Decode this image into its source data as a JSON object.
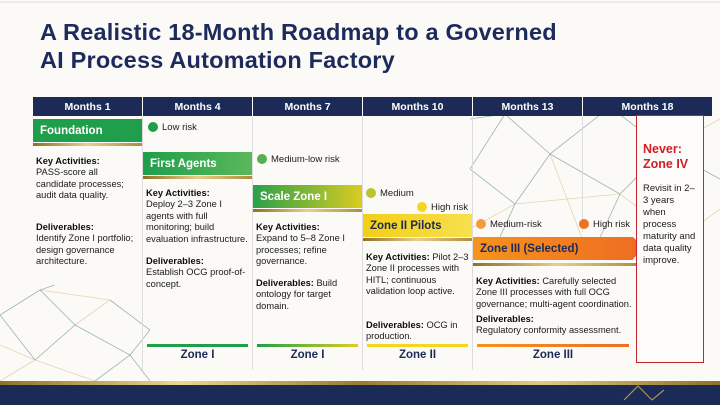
{
  "slide": {
    "title_line1": "A Realistic 18-Month Roadmap to a Governed",
    "title_line2": "AI Process Automation Factory"
  },
  "columns": [
    {
      "month": "Months 1",
      "badge": "Foundation",
      "ka_label": "Key Activities:",
      "ka_text": "PASS-score all candidate processes; audit data quality.",
      "del_label": "Deliverables:",
      "del_text": "Identify Zone I portfolio; design governance architecture.",
      "zone": ""
    },
    {
      "month": "Months 4",
      "badge": "First Agents",
      "risks": [
        {
          "label": "Low risk",
          "color": "#1f9e4b"
        }
      ],
      "ka_label": "Key Activities:",
      "ka_text": "Deploy 2–3 Zone I agents with full monitoring; build evaluation infrastructure.",
      "del_label": "Deliverables:",
      "del_text": "Establish OCG proof-of-concept.",
      "zone": "Zone I"
    },
    {
      "month": "Months 7",
      "badge": "Scale Zone I",
      "risks": [
        {
          "label": "Medium-low risk",
          "color": "#53b054"
        }
      ],
      "ka_label": "Key Activities:",
      "ka_text": "Expand to 5–8 Zone I processes; refine governance.",
      "del_label": "Deliverables:",
      "del_text": "Build ontology for target domain.",
      "zone": "Zone I"
    },
    {
      "month": "Months 10",
      "badge": "Zone II Pilots",
      "risks": [
        {
          "label": "Medium",
          "color": "#b9c431"
        },
        {
          "label": "High risk",
          "color": "#f5d61f"
        }
      ],
      "ka_label": "Key Activities:",
      "ka_text": "Pilot 2–3 Zone II processes with HITL; continuous validation loop active.",
      "del_label": "Deliverables:",
      "del_text": "OCG in production.",
      "zone": "Zone II"
    },
    {
      "month": "Months 13",
      "badge": "Zone III (Selected)",
      "risks": [
        {
          "label": "Medium-risk",
          "color": "#f39c3d"
        },
        {
          "label": "High risk",
          "color": "#ee7320"
        }
      ],
      "ka_label": "Key Activities:",
      "ka_text": "Carefully selected Zone III processes with full OCG governance; multi-agent coordination.",
      "del_label": "Deliverables:",
      "del_text": "Regulatory conformity assessment.",
      "zone": "Zone III"
    },
    {
      "month": "Months 18"
    }
  ],
  "never_box": {
    "heading_line1": "Never:",
    "heading_line2": "Zone IV",
    "body": "Revisit in 2–3 years when process maturity and data quality improve."
  },
  "colors": {
    "navy": "#1b2a56",
    "title_navy": "#1d2a5c",
    "green": "#1f9e4b",
    "yellow": "#f5d61f",
    "orange": "#ee6b21",
    "gold": "#c9a84c",
    "red": "#c5242b"
  }
}
